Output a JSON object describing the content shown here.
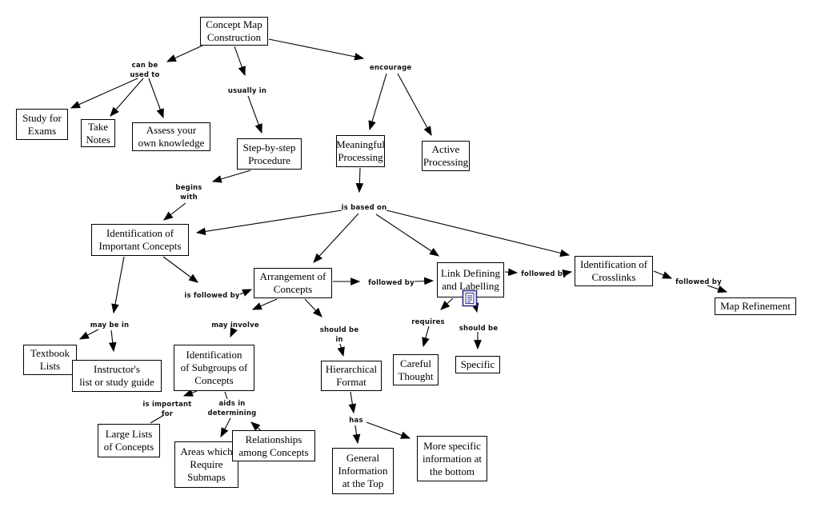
{
  "diagram": {
    "nodes": {
      "concept_map_construction": "Concept Map\nConstruction",
      "study_for_exams": "Study for\nExams",
      "take_notes": "Take\nNotes",
      "assess_own_knowledge": "Assess your\nown knowledge",
      "step_by_step_procedure": "Step-by-step\nProcedure",
      "meaningful_processing": "Meaningful\nProcessing",
      "active_processing": "Active\nProcessing",
      "identification_important_concepts": "Identification of\nImportant Concepts",
      "arrangement_of_concepts": "Arrangement of\nConcepts",
      "link_defining_labelling": "Link Defining\nand Labelling",
      "identification_of_crosslinks": "Identification of\nCrosslinks",
      "map_refinement": "Map Refinement",
      "textbook_lists": "Textbook\nLists",
      "instructors_list": "Instructor's\nlist or study guide",
      "large_lists_concepts": "Large Lists\nof Concepts",
      "identification_subgroups": "Identification\nof Subgroups of\nConcepts",
      "areas_require_submaps": "Areas which\nRequire\nSubmaps",
      "relationships_among_concepts": "Relationships\namong Concepts",
      "hierarchical_format": "Hierarchical\nFormat",
      "careful_thought": "Careful\nThought",
      "specific": "Specific",
      "general_information_top": "General\nInformation\nat the Top",
      "more_specific_bottom": "More specific\ninformation at\nthe bottom"
    },
    "links": {
      "can_be_used_to": "can be\nused to",
      "usually_in": "usually in",
      "encourage": "encourage",
      "begins_with": "begins\nwith",
      "is_based_on": "is based on",
      "is_followed_by": "is followed by",
      "followed_by_1": "followed by",
      "followed_by_2": "followed by",
      "followed_by_3": "followed by",
      "may_be_in": "may be in",
      "may_involve": "may involve",
      "should_be_in": "should be\nin",
      "requires": "requires",
      "should_be": "should be",
      "is_important_for": "is important\nfor",
      "aids_in_determining": "aids in\ndetermining",
      "has": "has"
    },
    "icons": {
      "resource_icon": "document-resource-icon"
    },
    "colors": {
      "line": "#000000",
      "resource_icon_blue": "#2d2d86",
      "background": "#ffffff"
    },
    "connections": [
      {
        "from": "concept_map_construction",
        "label": "can be used to",
        "to": [
          "study_for_exams",
          "take_notes",
          "assess_own_knowledge"
        ]
      },
      {
        "from": "concept_map_construction",
        "label": "usually in",
        "to": [
          "step_by_step_procedure"
        ]
      },
      {
        "from": "concept_map_construction",
        "label": "encourage",
        "to": [
          "meaningful_processing",
          "active_processing"
        ]
      },
      {
        "from": "step_by_step_procedure",
        "label": "begins with",
        "to": [
          "identification_important_concepts"
        ]
      },
      {
        "from": "meaningful_processing",
        "label": "is based on",
        "to": [
          "identification_important_concepts",
          "arrangement_of_concepts",
          "link_defining_labelling",
          "identification_of_crosslinks"
        ]
      },
      {
        "from": "identification_important_concepts",
        "label": "may be in",
        "to": [
          "textbook_lists",
          "instructors_list"
        ]
      },
      {
        "from": "identification_important_concepts",
        "label": "is followed by",
        "to": [
          "arrangement_of_concepts"
        ]
      },
      {
        "from": "arrangement_of_concepts",
        "label": "may involve",
        "to": [
          "identification_subgroups"
        ]
      },
      {
        "from": "arrangement_of_concepts",
        "label": "should be in",
        "to": [
          "hierarchical_format"
        ]
      },
      {
        "from": "arrangement_of_concepts",
        "label": "followed by",
        "to": [
          "link_defining_labelling"
        ]
      },
      {
        "from": "link_defining_labelling",
        "label": "requires",
        "to": [
          "careful_thought"
        ]
      },
      {
        "from": "link_defining_labelling",
        "label": "should be",
        "to": [
          "specific"
        ]
      },
      {
        "from": "link_defining_labelling",
        "label": "followed by",
        "to": [
          "identification_of_crosslinks"
        ]
      },
      {
        "from": "identification_of_crosslinks",
        "label": "followed by",
        "to": [
          "map_refinement"
        ]
      },
      {
        "from": "identification_subgroups",
        "label": "is important for",
        "to": [
          "large_lists_concepts"
        ]
      },
      {
        "from": "identification_subgroups",
        "label": "aids in determining",
        "to": [
          "areas_require_submaps",
          "relationships_among_concepts"
        ]
      },
      {
        "from": "hierarchical_format",
        "label": "has",
        "to": [
          "general_information_top",
          "more_specific_bottom"
        ]
      }
    ]
  }
}
